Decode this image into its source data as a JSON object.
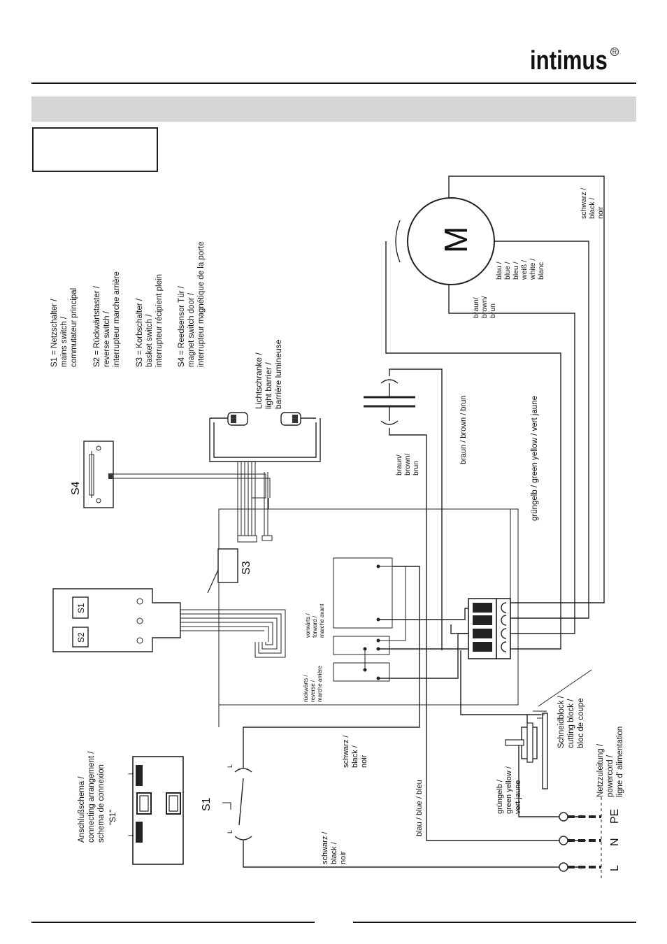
{
  "header": {
    "brand": "intimus",
    "registered": "R"
  },
  "legend": {
    "s1": [
      "S1 = Netzschalter /",
      "mains switch /",
      "commutateur principal"
    ],
    "s2": [
      "S2 = Rückwärtstaster /",
      "reverse switch /",
      "interrupteur marche arrière"
    ],
    "s3": [
      "S3 = Korbschalter /",
      "basket switch /",
      "interrupteur récipient plein"
    ],
    "s4": [
      "S4 = Reedsensor Tür /",
      "magnet switch door /",
      "interrupteur magnétique de la porte"
    ]
  },
  "labels": {
    "s1": "S1",
    "s2": "S2",
    "s3": "S3",
    "s4": "S4",
    "motor": "M",
    "light_barrier": [
      "Lichtschranke /",
      "light barrier /",
      "barrière lumineuse"
    ],
    "motor_black": [
      "schwarz /",
      "black /",
      "noir"
    ],
    "motor_blue": [
      "blau /",
      "blue /",
      "bleu /",
      "weiß /",
      "white /",
      "blanc"
    ],
    "motor_brown": [
      "braun/",
      "brown/",
      "brun"
    ],
    "cap_brown": [
      "braun/",
      "brown/",
      "brun"
    ],
    "brown_line": "braun / brown / brun",
    "gy_line": "grüngelb / green yellow  / vert jaune",
    "forward": [
      "vorwärts /",
      "forward /",
      "marche avant"
    ],
    "reverse": [
      "rückwärts /",
      "reverse /",
      "marche arrière"
    ],
    "cutting_block": [
      "Schneidblock /",
      "cutting block /",
      "bloc de coupe"
    ],
    "powercord": [
      "Netzzuleitung /",
      "powercord /",
      "ligne d' alimentation"
    ],
    "pe": "PE",
    "n": "N",
    "l": "L",
    "gy_pe": [
      "grüngelb /",
      "green yellow /",
      "vert jaune"
    ],
    "blue_n": "blau / blue / bleu",
    "black_l": [
      "schwarz /",
      "black /",
      "noir"
    ],
    "black_s1": [
      "schwarz /",
      "black /",
      "noir"
    ],
    "connect": [
      "Anschlußschema /",
      "connecting arrangement /",
      "schema de connexion",
      "\"S1\""
    ],
    "s1_l1": "L",
    "s1_l2": "L",
    "s1_l3": "L",
    "s1_l4": "L"
  }
}
